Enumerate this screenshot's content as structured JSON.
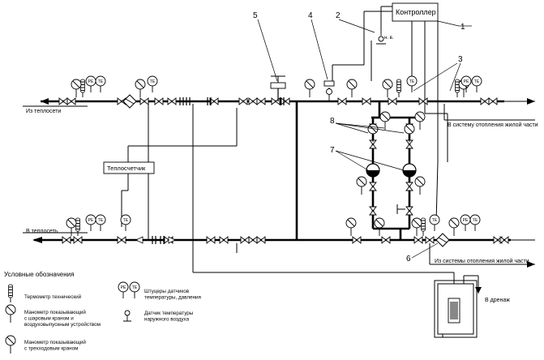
{
  "labels": {
    "controller": "Контроллер",
    "heat_meter": "Теплосчетчик",
    "from_network": "Из теплосети",
    "to_network": "В теплосеть",
    "to_heating": "В систему отопления жилой части",
    "from_heating": "Из системы отопления жилой части",
    "drain": "В дренаж",
    "outdoor_sensor": "н. в."
  },
  "callouts": [
    "1",
    "2",
    "3",
    "4",
    "5",
    "6",
    "7",
    "8"
  ],
  "gauge_tags": {
    "pressure": "PE",
    "temperature": "TE"
  },
  "legend": {
    "title": "Условные обозначения",
    "items": [
      {
        "text": "Термометр технический"
      },
      {
        "text": "Манометр показывающий\nс шаровым краном и\nвоздуховыпускным устройством"
      },
      {
        "text": "Манометр показывающий\nс трехходовым краном"
      },
      {
        "text": "Штуцеры датчиков\nтемпературы, давления"
      },
      {
        "text": "Датчик температуры\nнаружного воздуха"
      }
    ]
  }
}
